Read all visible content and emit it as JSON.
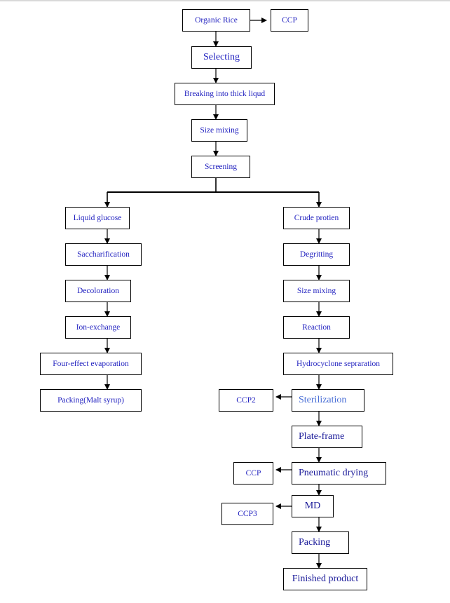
{
  "colors": {
    "text": "#1f1fbf",
    "border": "#000000",
    "background": "#ffffff"
  },
  "nodes": {
    "organic_rice": "Organic Rice",
    "ccp_top": "CCP",
    "selecting": "Selecting",
    "breaking": "Breaking into thick liqud",
    "size_mixing_top": "Size mixing",
    "screening": "Screening",
    "liquid_glucose": "Liquid glucose",
    "saccharification": "Saccharification",
    "decoloration": "Decoloration",
    "ion_exchange": "Ion-exchange",
    "four_effect": "Four-effect evaporation",
    "packing_malt": "Packing(Malt syrup)",
    "crude_protien": "Crude protien",
    "degritting": "Degritting",
    "size_mixing_right": "Size mixing",
    "reaction": "Reaction",
    "hydrocyclone": "Hydrocyclone sepraration",
    "sterilization": "Sterilization",
    "ccp2": "CCP2",
    "plate_frame": "Plate-frame",
    "pneumatic_drying": "Pneumatic drying",
    "ccp_mid": "CCP",
    "md": "MD",
    "ccp3": "CCP3",
    "packing": "Packing",
    "finished_product": "Finished product"
  }
}
